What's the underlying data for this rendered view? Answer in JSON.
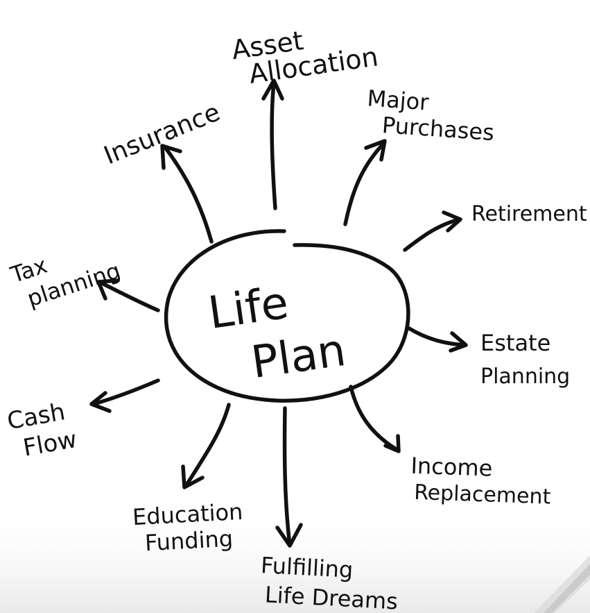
{
  "center": {
    "line1": "Life",
    "line2": "Plan"
  },
  "topics": [
    {
      "id": "asset-allocation",
      "lines": [
        "Asset",
        "Allocation"
      ]
    },
    {
      "id": "insurance",
      "lines": [
        "Insurance"
      ]
    },
    {
      "id": "major-purchases",
      "lines": [
        "Major",
        "Purchases"
      ]
    },
    {
      "id": "retirement",
      "lines": [
        "Retirement"
      ]
    },
    {
      "id": "tax-planning",
      "lines": [
        "Tax",
        "planning"
      ]
    },
    {
      "id": "estate-planning",
      "lines": [
        "Estate",
        "Planning"
      ]
    },
    {
      "id": "cash-flow",
      "lines": [
        "Cash",
        "Flow"
      ]
    },
    {
      "id": "income-replacement",
      "lines": [
        "Income",
        "Replacement"
      ]
    },
    {
      "id": "education-funding",
      "lines": [
        "Education",
        "Funding"
      ]
    },
    {
      "id": "fulfilling-life-dreams",
      "lines": [
        "Fulfilling",
        "Life Dreams"
      ]
    }
  ],
  "colors": {
    "ink": "#111111",
    "background": "#ffffff",
    "bottom_fade": "#eeeeee"
  }
}
